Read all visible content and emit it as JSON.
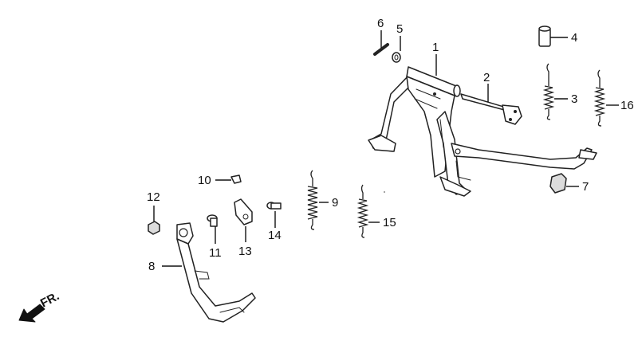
{
  "callouts": {
    "c1": "1",
    "c2": "2",
    "c3": "3",
    "c4": "4",
    "c5": "5",
    "c6": "6",
    "c7": "7",
    "c8": "8",
    "c9": "9",
    "c10": "10",
    "c11": "11",
    "c12": "12",
    "c13": "13",
    "c14": "14",
    "c15": "15",
    "c16": "16"
  },
  "direction": {
    "label": "FR."
  }
}
